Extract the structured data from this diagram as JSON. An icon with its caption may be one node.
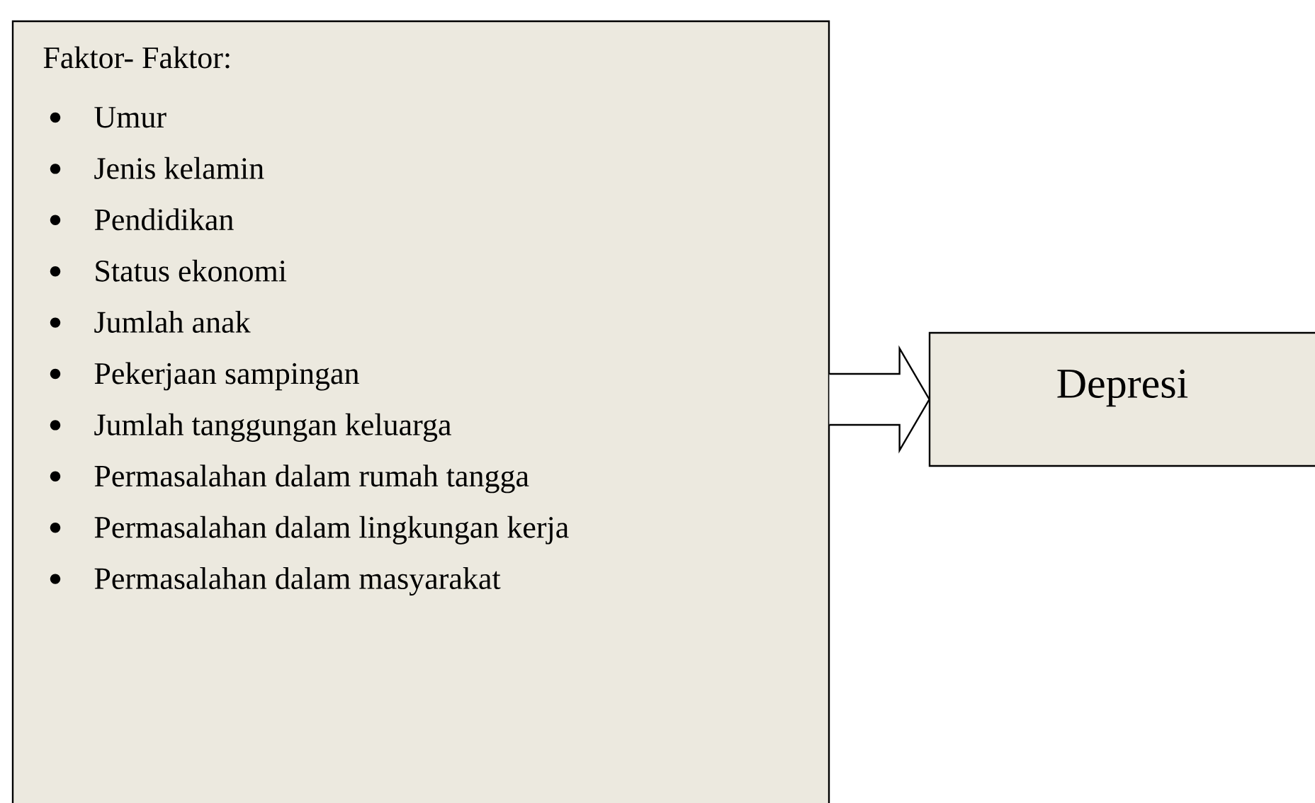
{
  "diagram": {
    "nodes": [
      {
        "text": [
          "Faktor- Faktor:",
          "Umur",
          "Jenis kelamin",
          "Pendidikan",
          "Status ekonomi",
          "Jumlah anak",
          "Pekerjaan sampingan",
          "Jumlah tanggungan keluarga",
          "Permasalahan dalam rumah tangga",
          "Permasalahan dalam lingkungan kerja",
          "Permasalahan dalam masyarakat"
        ]
      },
      {
        "text": [
          "Depresi"
        ]
      }
    ],
    "edges": [
      {
        "from": 0,
        "to": 1,
        "arrow": "to"
      }
    ]
  }
}
